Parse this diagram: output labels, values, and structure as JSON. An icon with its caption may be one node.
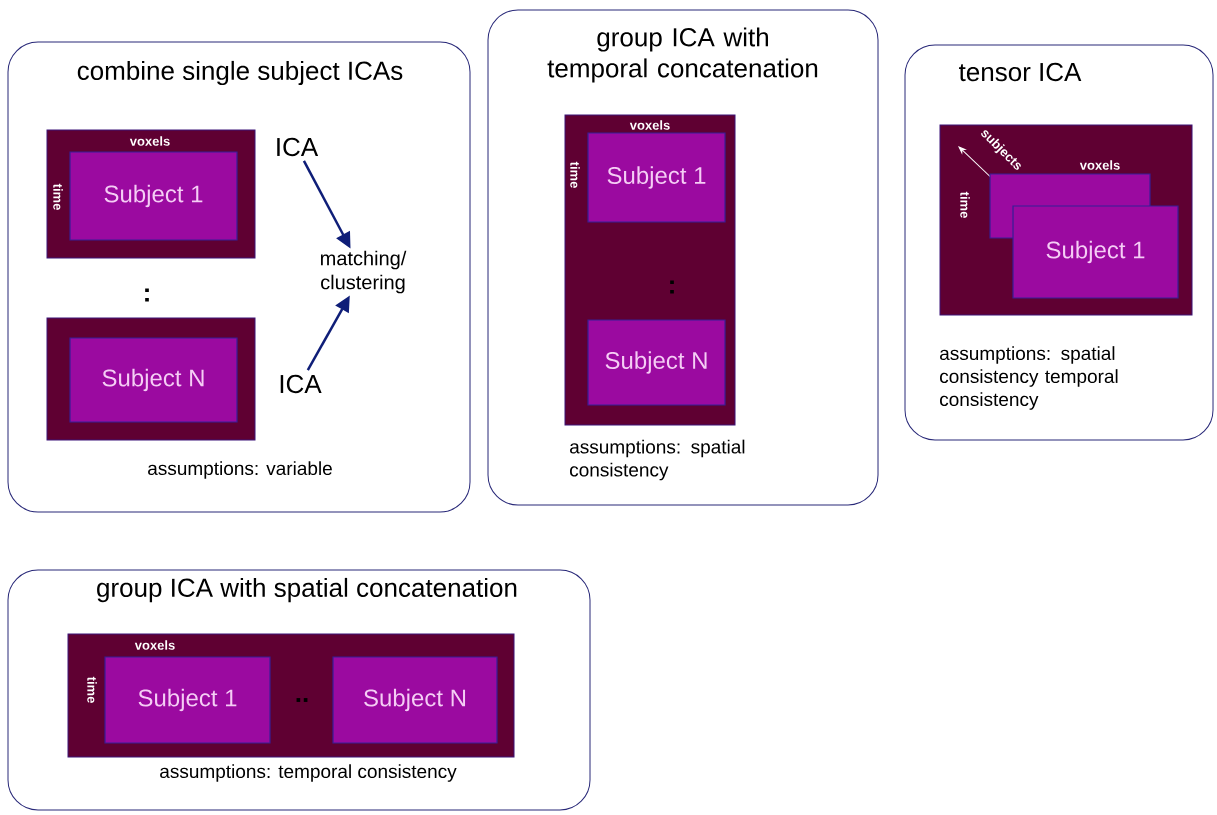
{
  "diagram": {
    "nodes": [
      {
        "text": [
          "combine single subject ICAs",
          "assumptions: variable"
        ]
      },
      {
        "text": [
          "voxels",
          "time"
        ],
        "in": 0
      },
      {
        "text": [
          "Subject 1"
        ],
        "in": 1
      },
      {
        "text": [],
        "shape": "box",
        "in": 0
      },
      {
        "text": [
          "Subject N"
        ],
        "in": 3
      },
      {
        "text": [
          "ICA"
        ],
        "in": 0
      },
      {
        "text": [
          "matching/ clustering"
        ],
        "in": 0
      },
      {
        "text": [
          "ICA"
        ],
        "in": 0
      },
      {
        "text": [
          "group ICA with temporal concatenation",
          "assumptions: spatial consistency"
        ]
      },
      {
        "text": [
          "voxels",
          "time"
        ],
        "in": 8
      },
      {
        "text": [
          "Subject 1"
        ],
        "in": 9
      },
      {
        "text": [
          "Subject N"
        ],
        "in": 9
      },
      {
        "text": [
          "tensor ICA",
          "assumptions: spatial consistency temporal consistency"
        ]
      },
      {
        "text": [
          "voxels",
          "time",
          "subjects"
        ],
        "in": 12
      },
      {
        "text": [],
        "shape": "box",
        "in": 13
      },
      {
        "text": [
          "Subject 1"
        ],
        "in": 13
      },
      {
        "text": [
          "group ICA with spatial concatenation",
          "assumptions: temporal consistency"
        ]
      },
      {
        "text": [
          "voxels",
          "time"
        ],
        "in": 16
      },
      {
        "text": [
          "Subject 1"
        ],
        "in": 17
      },
      {
        "text": [
          "Subject N"
        ],
        "in": 17
      }
    ],
    "edges": [
      {
        "from": 5,
        "to": 6,
        "arrow": "to"
      },
      {
        "from": 7,
        "to": 6,
        "arrow": "to"
      }
    ],
    "labels": [
      ":",
      ":",
      ".."
    ]
  }
}
